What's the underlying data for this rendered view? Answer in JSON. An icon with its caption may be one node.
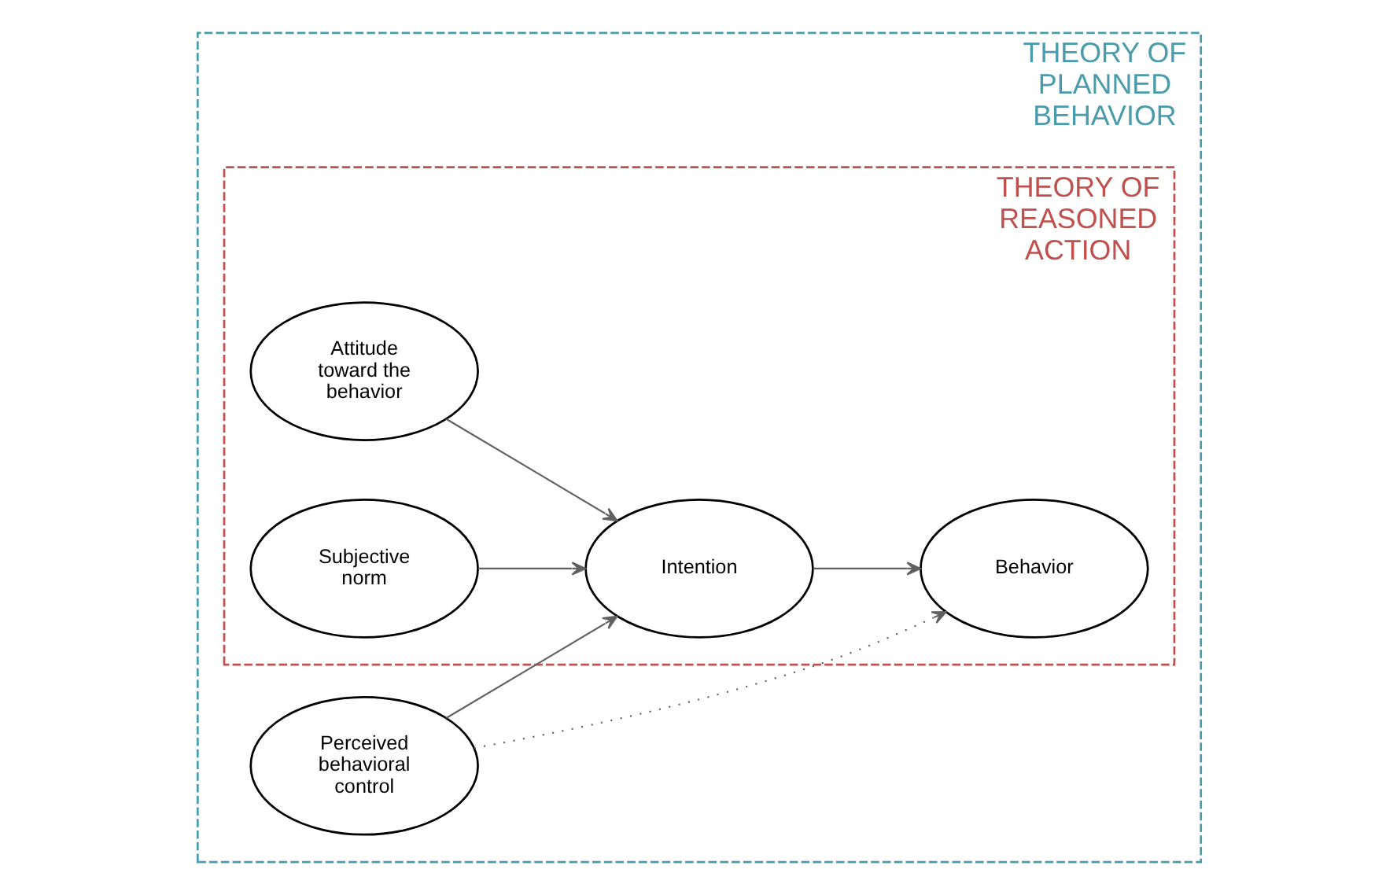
{
  "diagram": {
    "nodes": [
      {
        "text": [
          "THEORY OF PLANNED BEHAVIOR"
        ]
      },
      {
        "text": [
          "THEORY OF REASONED ACTION"
        ],
        "in": 0
      },
      {
        "text": [
          "Attitude toward the behavior"
        ],
        "in": 1
      },
      {
        "text": [
          "Subjective norm"
        ],
        "in": 1
      },
      {
        "text": [
          "Intention"
        ],
        "in": 1
      },
      {
        "text": [
          "Behavior"
        ],
        "in": 1
      },
      {
        "text": [
          "Perceived behavioral control"
        ],
        "in": 0
      }
    ],
    "edges": [
      {
        "from": 2,
        "to": 4,
        "arrow": "to"
      },
      {
        "from": 3,
        "to": 4,
        "arrow": "to"
      },
      {
        "from": 4,
        "to": 5,
        "arrow": "to"
      },
      {
        "from": 6,
        "to": 4,
        "arrow": "to"
      },
      {
        "from": 6,
        "to": 5,
        "arrow": "to",
        "style": "dashed"
      }
    ]
  }
}
